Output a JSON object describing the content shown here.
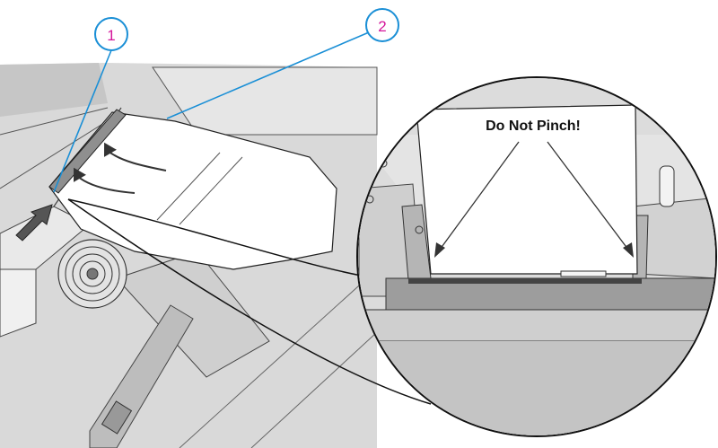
{
  "callouts": [
    {
      "number": "1",
      "color": "#d4159a"
    },
    {
      "number": "2",
      "color": "#d4159a"
    }
  ],
  "warning_label": "Do Not Pinch!",
  "colors": {
    "leader_line": "#1a8fd6",
    "printer_body": "#d8d8d8",
    "printer_dark": "#9a9a9a",
    "paper": "#ffffff",
    "outline": "#222222"
  }
}
